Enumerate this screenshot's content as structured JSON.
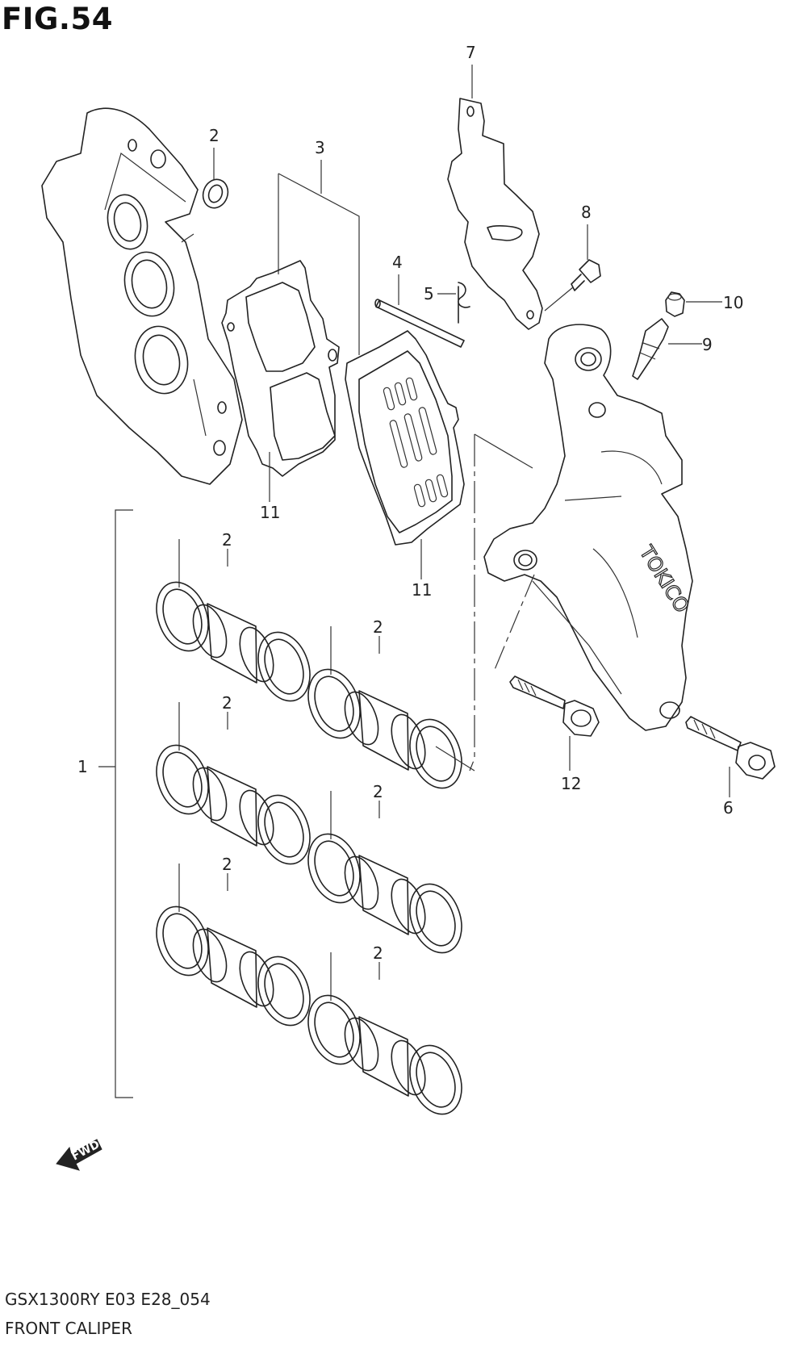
{
  "figure": {
    "title": "FIG.54"
  },
  "footer": {
    "model_code": "GSX1300RY E03 E28_054",
    "caption": "FRONT CALIPER"
  },
  "parts": {
    "caliper_set": "1",
    "piston_seal_set": "2",
    "pad_set": "3",
    "pad_pin": "4",
    "clip": "5",
    "mount_bolt": "6",
    "hose_guide": "7",
    "guide_bolt": "8",
    "bleeder_valve": "9",
    "bleeder_cap": "10",
    "shim": "11",
    "caliper_bolt": "12"
  },
  "brand": "TOKICO",
  "fwd_marker": "FWD"
}
